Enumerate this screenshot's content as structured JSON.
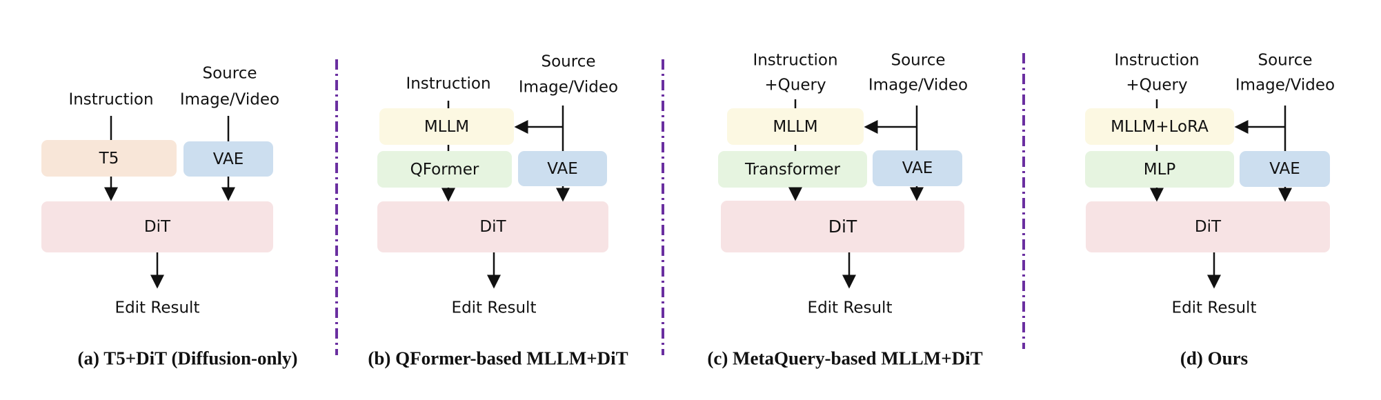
{
  "colors": {
    "text_encoder": "#f8e6d8",
    "vae": "#ccdeef",
    "mllm": "#fcf8e2",
    "connector": "#e6f4e0",
    "dit": "#f7e3e4",
    "separator": "#6a2fa0",
    "arrow": "#111111"
  },
  "panels": [
    {
      "id": "a",
      "instruction_lines": [
        "Instruction"
      ],
      "source_lines": [
        "Source",
        "Image/Video"
      ],
      "mllm": null,
      "connector": {
        "label": "T5",
        "kind": "text_encoder"
      },
      "vae": {
        "label": "VAE"
      },
      "dit": {
        "label": "DiT"
      },
      "output": "Edit Result",
      "caption": "(a) T5+DiT (Diffusion-only)"
    },
    {
      "id": "b",
      "instruction_lines": [
        "Instruction"
      ],
      "source_lines": [
        "Source",
        "Image/Video"
      ],
      "mllm": {
        "label": "MLLM"
      },
      "connector": {
        "label": "QFormer",
        "kind": "connector"
      },
      "vae": {
        "label": "VAE"
      },
      "dit": {
        "label": "DiT"
      },
      "output": "Edit Result",
      "caption": "(b) QFormer-based MLLM+DiT"
    },
    {
      "id": "c",
      "instruction_lines": [
        "Instruction",
        "+Query"
      ],
      "source_lines": [
        "Source",
        "Image/Video"
      ],
      "mllm": {
        "label": "MLLM"
      },
      "connector": {
        "label": "Transformer",
        "kind": "connector"
      },
      "vae": {
        "label": "VAE"
      },
      "dit": {
        "label": "DiT"
      },
      "output": "Edit Result",
      "caption": "(c) MetaQuery-based MLLM+DiT"
    },
    {
      "id": "d",
      "instruction_lines": [
        "Instruction",
        "+Query"
      ],
      "source_lines": [
        "Source",
        "Image/Video"
      ],
      "mllm": {
        "label": "MLLM+LoRA"
      },
      "connector": {
        "label": "MLP",
        "kind": "connector"
      },
      "vae": {
        "label": "VAE"
      },
      "dit": {
        "label": "DiT"
      },
      "output": "Edit Result",
      "caption": "(d) Ours"
    }
  ]
}
